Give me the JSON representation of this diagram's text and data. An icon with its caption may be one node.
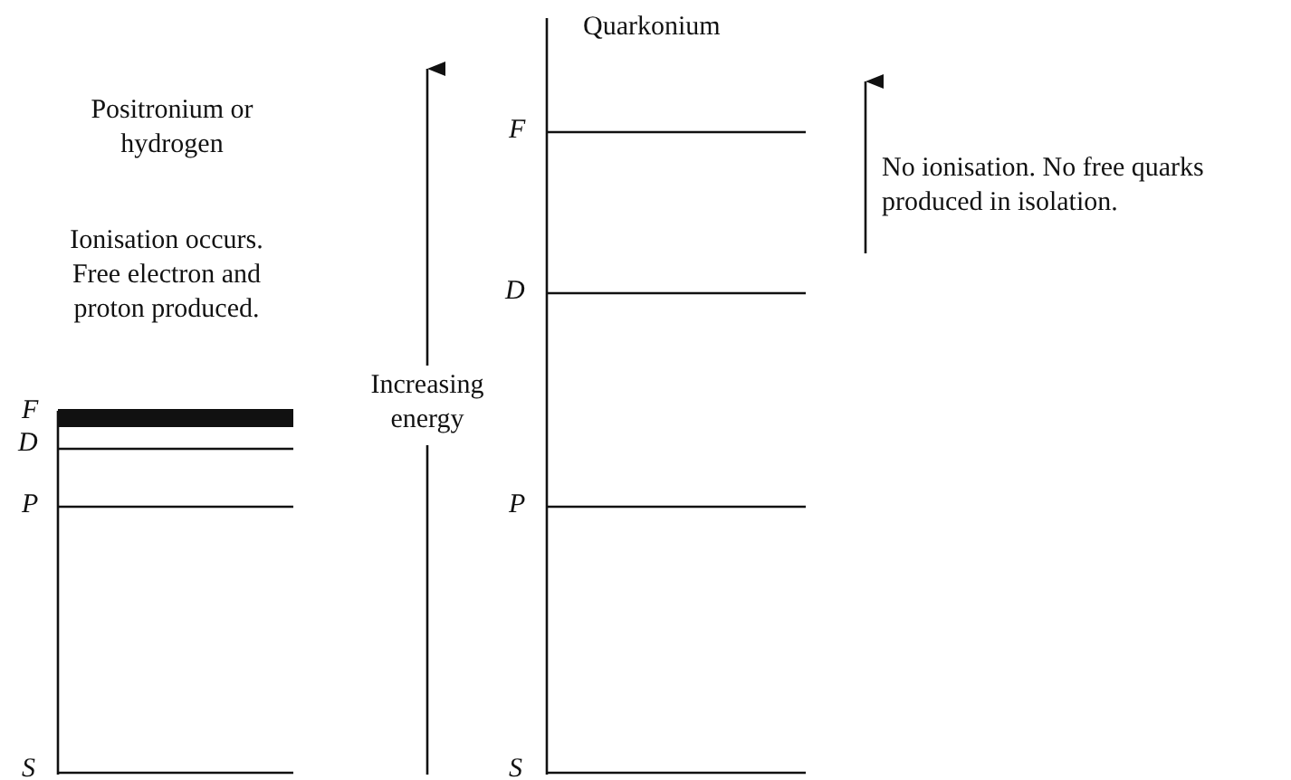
{
  "diagram": {
    "labels": [
      "Quarkonium",
      "Positronium or hydrogen",
      "F",
      "No ionisation. No free quarks produced in isolation.",
      "Ionisation occurs. Free electron and proton produced.",
      "D",
      "F",
      "D",
      "Increasing energy",
      "P",
      "P",
      "S",
      "S"
    ]
  }
}
